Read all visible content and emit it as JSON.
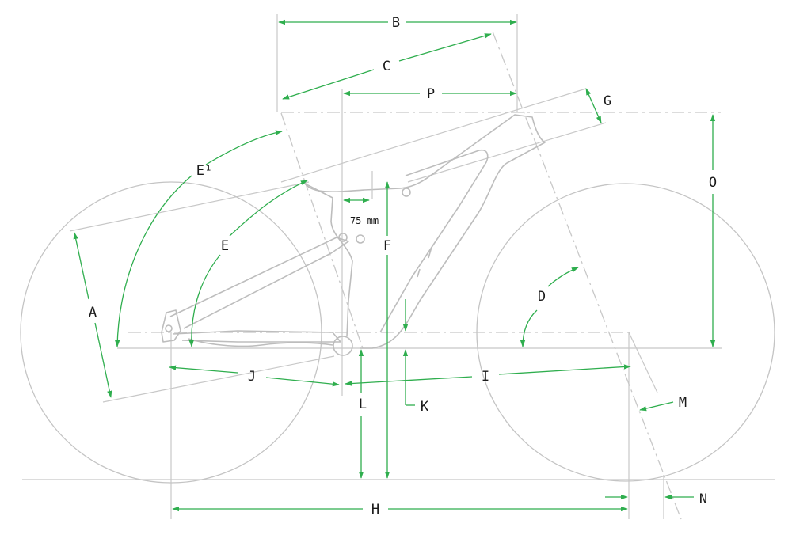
{
  "labels": {
    "A": "A",
    "B": "B",
    "C": "C",
    "D": "D",
    "E": "E",
    "E1": "E¹",
    "F": "F",
    "G": "G",
    "H": "H",
    "I": "I",
    "J": "J",
    "K": "K",
    "L": "L",
    "M": "M",
    "N": "N",
    "O": "O",
    "P": "P"
  },
  "annotation_75": "75 mm",
  "colors": {
    "dimension": "#2fae4e",
    "line": "#c4c4c4",
    "text": "#1a1a1a"
  }
}
